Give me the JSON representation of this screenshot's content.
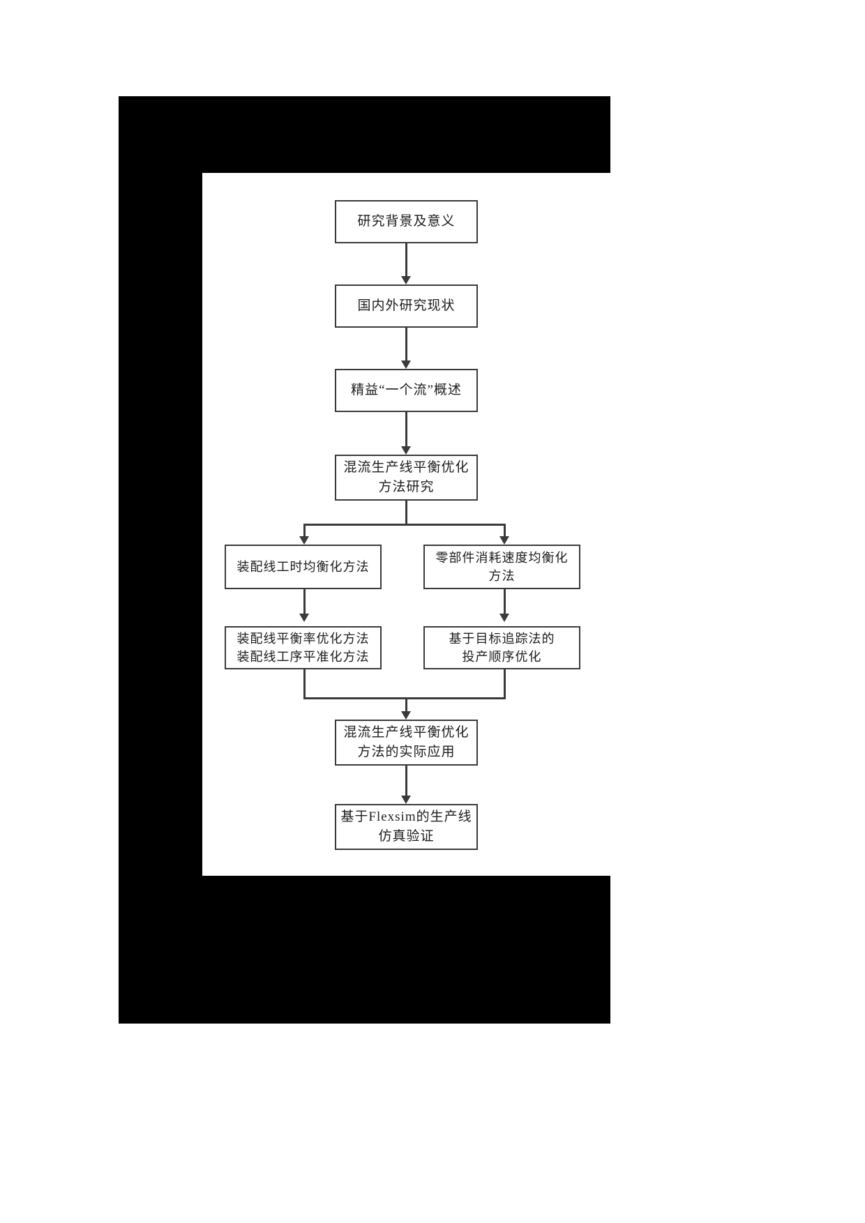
{
  "document": {
    "type": "scanned-page",
    "background_color": "#ffffff",
    "frame_color": "#000000",
    "line_color": "#3a3a3a",
    "text_color": "#1c1c1c"
  },
  "chart_data": {
    "type": "diagram",
    "title": "",
    "diagram_kind": "flowchart",
    "orientation": "top-to-bottom",
    "nodes": [
      {
        "id": "n1",
        "label": "研究背景及意义"
      },
      {
        "id": "n2",
        "label": "国内外研究现状"
      },
      {
        "id": "n3",
        "label": "精益“一个流”概述"
      },
      {
        "id": "n4",
        "label": "混流生产线平衡优化\n方法研究"
      },
      {
        "id": "n5",
        "label": "装配线工时均衡化方法"
      },
      {
        "id": "n6",
        "label": "零部件消耗速度均衡化\n方法"
      },
      {
        "id": "n7",
        "label": "装配线平衡率优化方法\n装配线工序平准化方法"
      },
      {
        "id": "n8",
        "label": "基于目标追踪法的\n投产顺序优化"
      },
      {
        "id": "n9",
        "label": "混流生产线平衡优化\n方法的实际应用"
      },
      {
        "id": "n10",
        "label": "基于Flexsim的生产线\n仿真验证"
      }
    ],
    "edges": [
      {
        "from": "n1",
        "to": "n2"
      },
      {
        "from": "n2",
        "to": "n3"
      },
      {
        "from": "n3",
        "to": "n4"
      },
      {
        "from": "n4",
        "to": "n5"
      },
      {
        "from": "n4",
        "to": "n6"
      },
      {
        "from": "n5",
        "to": "n7"
      },
      {
        "from": "n6",
        "to": "n8"
      },
      {
        "from": "n7",
        "to": "n9"
      },
      {
        "from": "n8",
        "to": "n9"
      },
      {
        "from": "n9",
        "to": "n10"
      }
    ]
  },
  "flowchart": {
    "node1": "研究背景及意义",
    "node2": "国内外研究现状",
    "node3": "精益“一个流”概述",
    "node4": "混流生产线平衡优化\n方法研究",
    "node5": "装配线工时均衡化方法",
    "node6": "零部件消耗速度均衡化\n方法",
    "node7": "装配线平衡率优化方法\n装配线工序平准化方法",
    "node8": "基于目标追踪法的\n投产顺序优化",
    "node9": "混流生产线平衡优化\n方法的实际应用",
    "node10": "基于Flexsim的生产线\n仿真验证"
  }
}
